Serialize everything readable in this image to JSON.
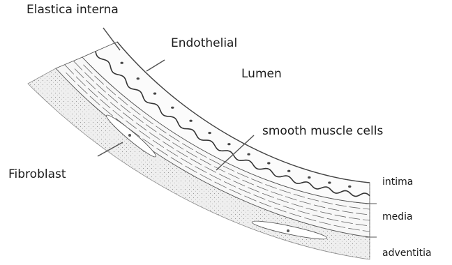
{
  "labels": {
    "elastica_interna": "Elastica interna",
    "endothelial": "Endothelial",
    "lumen": "Lumen",
    "smooth_muscle": "smooth muscle cells",
    "fibroblast": "Fibroblast",
    "intima": "intima",
    "media": "media",
    "adventitia": "adventitia"
  },
  "colors": {
    "ink": "#1a1a1a",
    "line": "#555555",
    "adventitia_fill": "#ececec",
    "background": "#ffffff"
  }
}
